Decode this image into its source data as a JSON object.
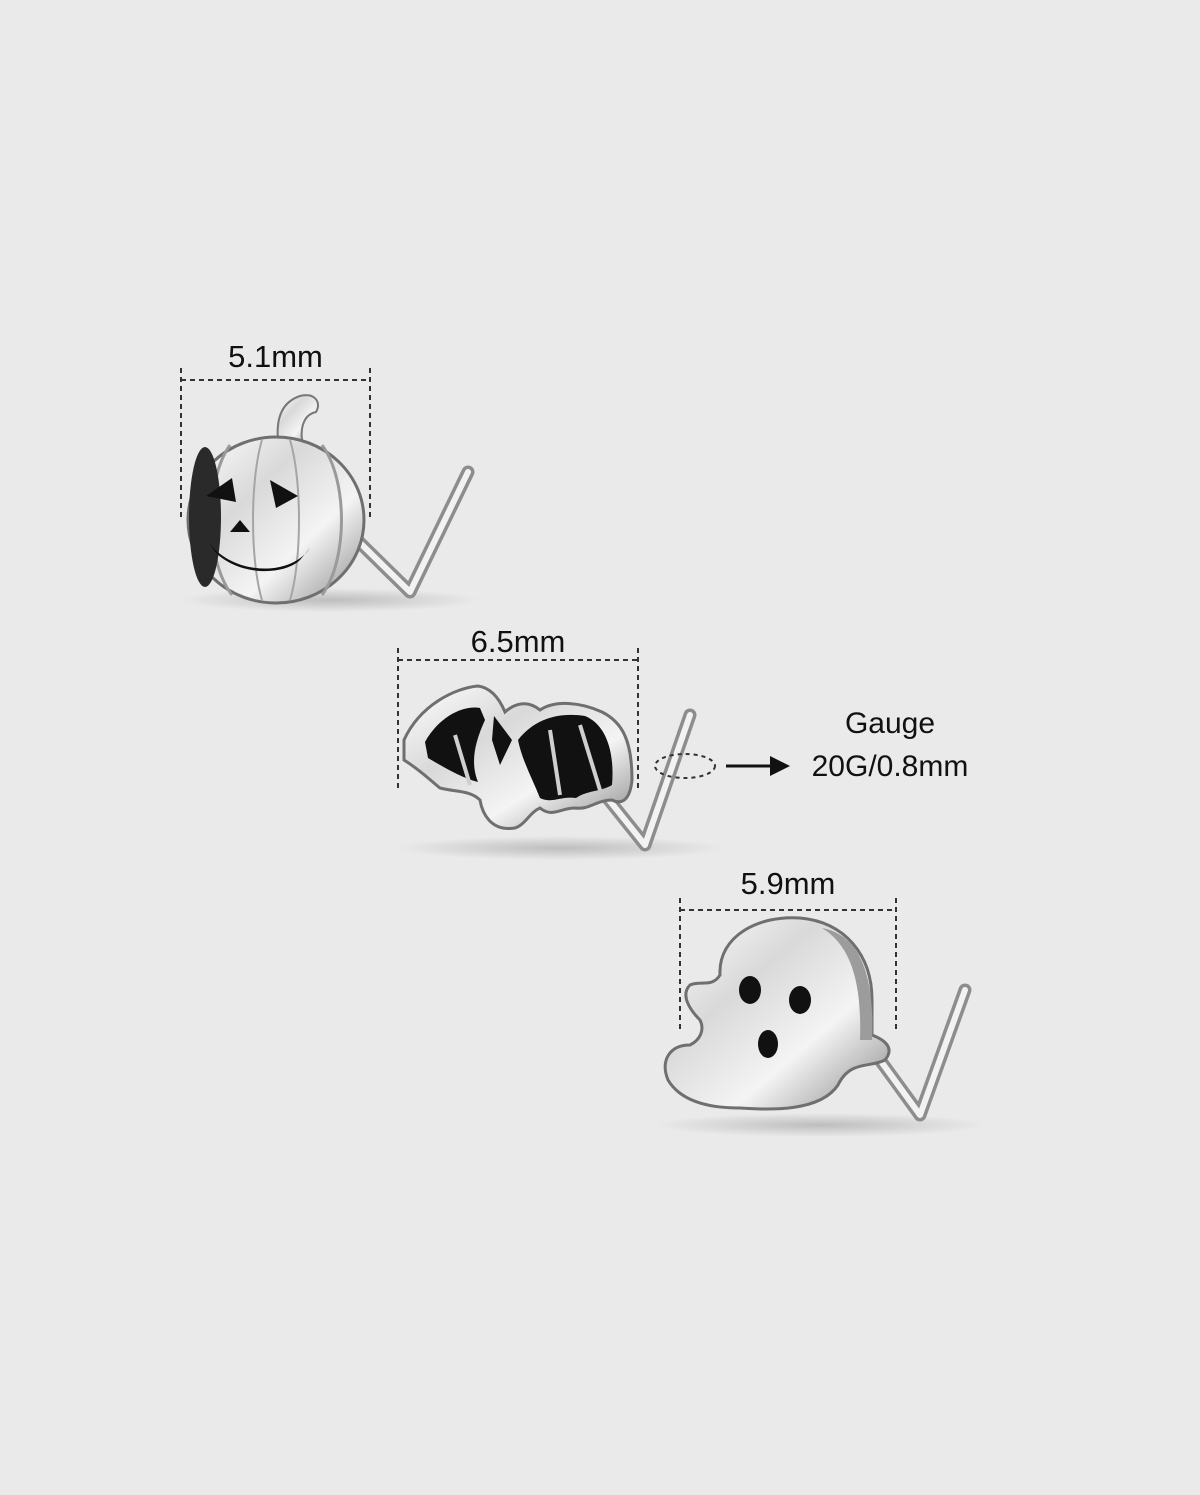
{
  "measurements": {
    "pumpkin": "5.1mm",
    "bat": "6.5mm",
    "ghost": "5.9mm"
  },
  "gauge": {
    "title": "Gauge",
    "value": "20G/0.8mm"
  },
  "colors": {
    "background": "#eaeaea",
    "metal": "#d8d8d8",
    "enamel": "#111111",
    "dimension_line": "#333333"
  },
  "items": [
    {
      "icon": "pumpkin-stud-icon"
    },
    {
      "icon": "bat-stud-icon"
    },
    {
      "icon": "ghost-stud-icon"
    }
  ]
}
